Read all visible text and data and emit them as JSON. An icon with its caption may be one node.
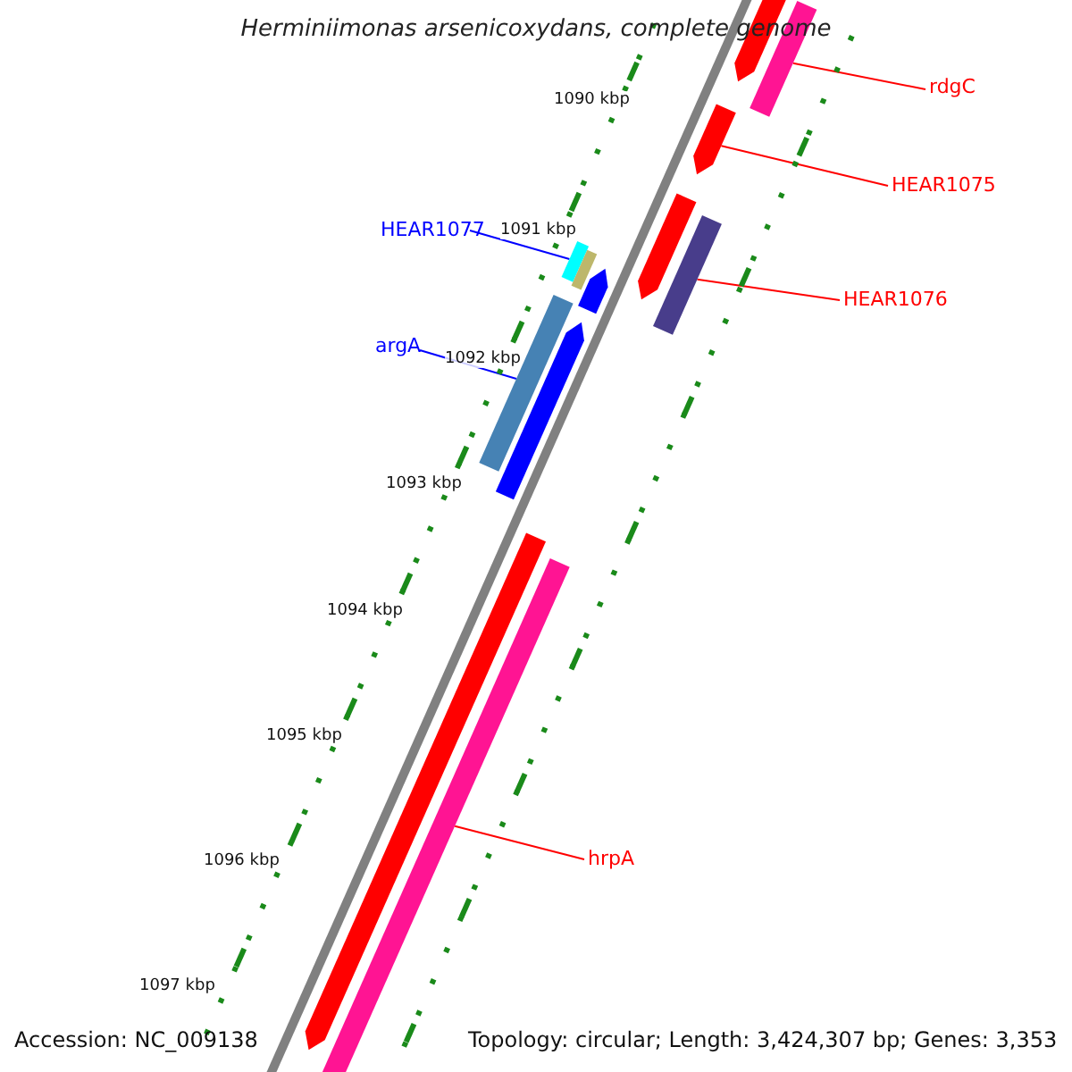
{
  "diagram": {
    "title": "Herminiimonas arsenicoxydans, complete genome",
    "nodes": [
      {
        "text": [
          "rdgC"
        ]
      },
      {
        "text": [],
        "shape": "bar"
      },
      {
        "text": [],
        "shape": "bar"
      },
      {
        "text": [
          "HEAR1075"
        ]
      },
      {
        "text": [],
        "shape": "bar"
      },
      {
        "text": [
          "HEAR1076"
        ]
      },
      {
        "text": [],
        "shape": "bar"
      },
      {
        "text": [],
        "shape": "bar"
      },
      {
        "text": [
          "HEAR1077"
        ]
      },
      {
        "text": [],
        "shape": "bar"
      },
      {
        "text": [],
        "shape": "bar"
      },
      {
        "text": [],
        "shape": "bar"
      },
      {
        "text": [
          "argA"
        ]
      },
      {
        "text": [],
        "shape": "bar"
      },
      {
        "text": [],
        "shape": "bar"
      },
      {
        "text": [
          "hrpA"
        ]
      },
      {
        "text": [],
        "shape": "bar"
      },
      {
        "text": [],
        "shape": "bar"
      }
    ],
    "edges": [
      {
        "from": 0,
        "to": 2,
        "arrow": "none"
      },
      {
        "from": 3,
        "to": 4,
        "arrow": "none"
      },
      {
        "from": 5,
        "to": 7,
        "arrow": "none"
      },
      {
        "from": 8,
        "to": 9,
        "arrow": "none",
        "color": "#0000ff"
      },
      {
        "from": 12,
        "to": 13,
        "arrow": "none",
        "color": "#0000ff"
      },
      {
        "from": 15,
        "to": 17,
        "arrow": "none"
      }
    ],
    "labels": [
      "1090 kbp",
      "1091 kbp",
      "1092 kbp",
      "1093 kbp",
      "1094 kbp",
      "1095 kbp",
      "1096 kbp",
      "1097 kbp",
      "Accession: NC_009138",
      "Topology: circular; Length: 3,424,307 bp; Genes: 3,353"
    ]
  }
}
